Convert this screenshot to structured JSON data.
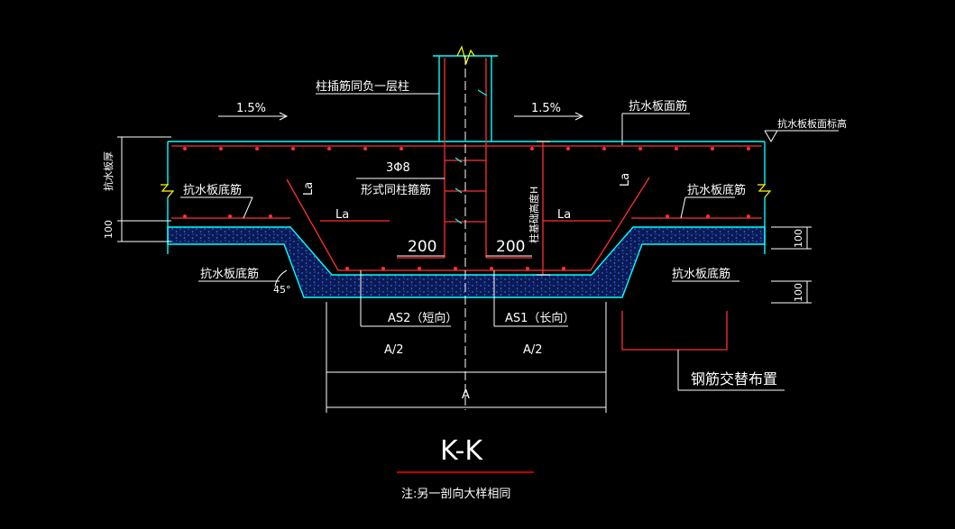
{
  "labels": {
    "column_dowel": "柱插筋同负一层柱",
    "slope_left": "1.5%",
    "slope_right": "1.5%",
    "slab_top_rebar": "抗水板面筋",
    "slab_top_elevation": "抗水板板面标高",
    "slab_thickness": "抗水板厚",
    "stirrups_qty": "3Φ8",
    "stirrups_form": "形式同柱箍筋",
    "la_1": "La",
    "la_2": "La",
    "la_3": "La",
    "la_4": "La",
    "pit_depth": "柱基础高度H",
    "bottom_rebar_1": "抗水板底筋",
    "bottom_rebar_2": "抗水板底筋",
    "bottom_rebar_3": "抗水板底筋",
    "bottom_rebar_4": "抗水板底筋",
    "dim_200_left": "200",
    "dim_200_right": "200",
    "dim_100_left": "100",
    "dim_100_right_1": "100",
    "dim_100_right_2": "100",
    "as2": "AS2（短向）",
    "as1": "AS1（长向）",
    "half_a_left": "A/2",
    "half_a_right": "A/2",
    "total_a": "A",
    "angle": "45°",
    "rebar_cross": "钢筋交替布置",
    "section_title": "K-K",
    "note": "注:另一剖向大样相同"
  },
  "colors": {
    "background": "#000000",
    "outline": "#00ffff",
    "rebar": "#ff3030",
    "text": "#ffffff",
    "concrete_fill": "#0b1a55",
    "concrete_dots": "#1e6bff",
    "break_mark": "#ffff00",
    "title_underline": "#ff0000"
  }
}
